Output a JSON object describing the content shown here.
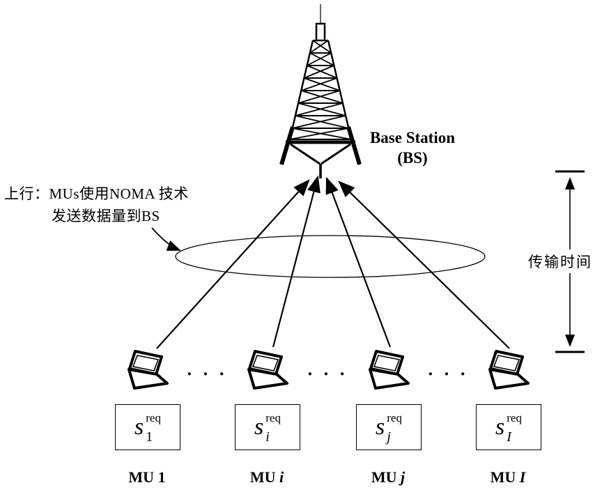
{
  "background": "#ffffff",
  "ink": "#000000",
  "base_station": {
    "line1": "Base Station",
    "line2": "(BS)"
  },
  "uplink_note": {
    "line1": "上行：MUs使用NOMA 技术",
    "line2": "发送数据量到BS"
  },
  "time_label": "传输时间",
  "dots": "· · ·",
  "math": {
    "symbol": "s",
    "superscript": "req"
  },
  "units": [
    {
      "label_prefix": "MU",
      "index": "1",
      "italic": false
    },
    {
      "label_prefix": "MU",
      "index": "i",
      "italic": true
    },
    {
      "label_prefix": "MU",
      "index": "j",
      "italic": true
    },
    {
      "label_prefix": "MU",
      "index": "I",
      "italic": true
    }
  ]
}
